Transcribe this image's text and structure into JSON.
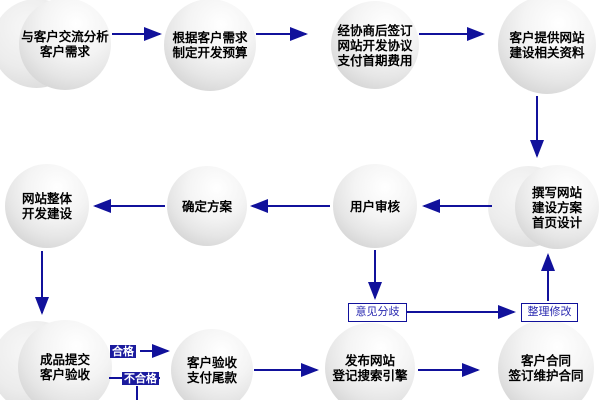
{
  "colors": {
    "arrow": "#11119B",
    "box_border": "#11119B",
    "box_text": "#2A2AB0",
    "tag_background": "#1B1B9E",
    "tag_text": "#FFFFFF",
    "node_text": "#000000",
    "node_fill": "#E6E6E6"
  },
  "nodes": [
    {
      "id": "analyze-needs",
      "lines": [
        "与客户交流分析",
        "客户需求"
      ]
    },
    {
      "id": "make-budget",
      "lines": [
        "根据客户需求",
        "制定开发预算"
      ]
    },
    {
      "id": "sign-agreement",
      "lines": [
        "经协商后签订",
        "网站开发协议",
        "支付首期费用"
      ]
    },
    {
      "id": "provide-materials",
      "lines": [
        "客户提供网站",
        "建设相关资料"
      ]
    },
    {
      "id": "draft-plan",
      "lines": [
        "撰写网站",
        "建设方案",
        "首页设计"
      ]
    },
    {
      "id": "user-review",
      "lines": [
        "用户审核"
      ]
    },
    {
      "id": "confirm-plan",
      "lines": [
        "确定方案"
      ]
    },
    {
      "id": "site-development",
      "lines": [
        "网站整体",
        "开发建设"
      ]
    },
    {
      "id": "submit-acceptance",
      "lines": [
        "成品提交",
        "客户验收"
      ]
    },
    {
      "id": "final-payment",
      "lines": [
        "客户验收",
        "支付尾款"
      ]
    },
    {
      "id": "publish-site",
      "lines": [
        "发布网站",
        "登记搜索引擎"
      ]
    },
    {
      "id": "maintenance-contract",
      "lines": [
        "客户合同",
        "签订维护合同"
      ]
    }
  ],
  "boxes": [
    {
      "id": "opinion-divergence",
      "label": "意见分歧"
    },
    {
      "id": "revise-organize",
      "label": "整理修改"
    }
  ],
  "tags": [
    {
      "id": "qualified",
      "label": "合格"
    },
    {
      "id": "unqualified",
      "label": "不合格"
    }
  ]
}
